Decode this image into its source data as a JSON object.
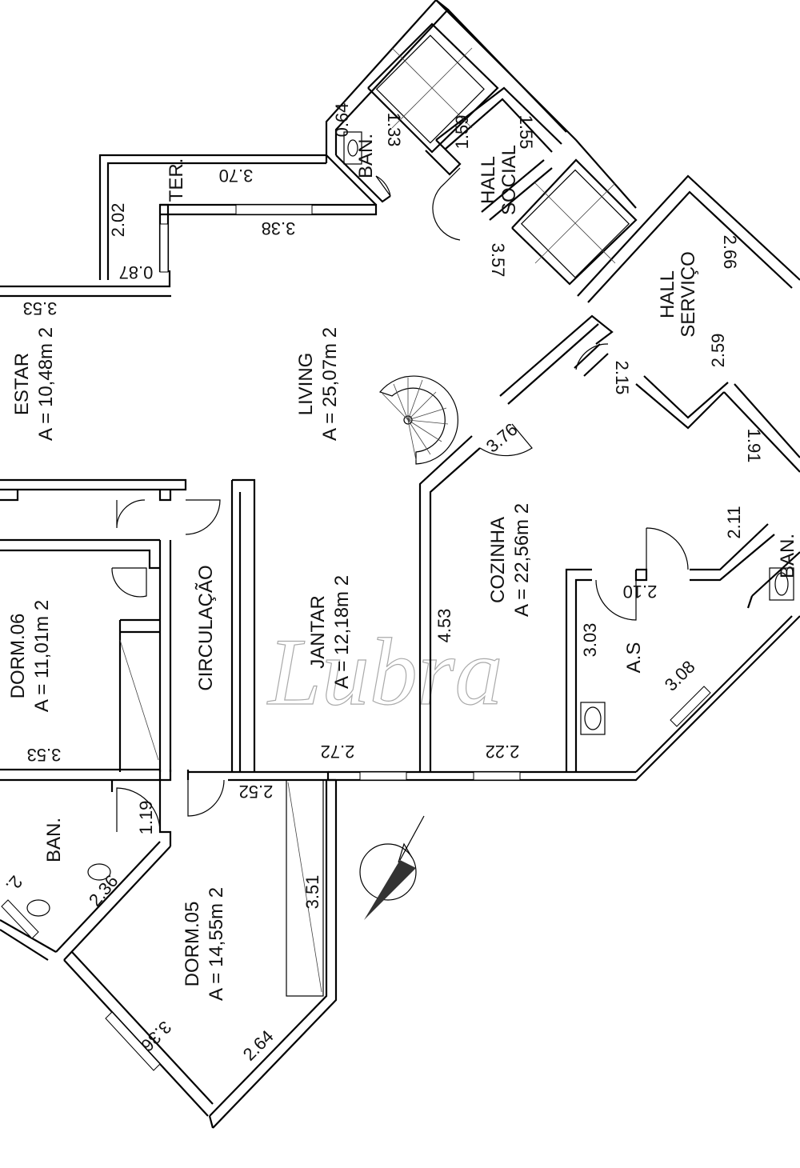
{
  "rooms": {
    "living": {
      "name": "LIVING",
      "area": "A = 25,07m 2"
    },
    "estar": {
      "name": "ESTAR",
      "area": "A = 10,48m 2"
    },
    "jantar": {
      "name": "JANTAR",
      "area": "A = 12,18m 2"
    },
    "cozinha": {
      "name": "COZINHA",
      "area": "A = 22,56m 2"
    },
    "dorm06": {
      "name": "DORM.06",
      "area": "A = 11,01m 2"
    },
    "dorm05": {
      "name": "DORM.05",
      "area": "A = 14,55m 2"
    },
    "circulacao": {
      "name": "CIRCULAÇÃO"
    },
    "ban_lower": {
      "name": "BAN."
    },
    "ban_top": {
      "name": "BAN."
    },
    "ban_right": {
      "name": "BAN."
    },
    "ter": {
      "name": "TER."
    },
    "hall_social": {
      "line1": "HALL",
      "line2": "SOCIAL"
    },
    "hall_servico": {
      "line1": "HALL",
      "line2": "SERVIÇO"
    },
    "as": {
      "name": "A.S"
    }
  },
  "dimensions": {
    "ter_len": "3.70",
    "ter_win": "3.38",
    "ter_side": "2.02",
    "ter_small": "0.87",
    "estar_width": "3.53",
    "ban_top_w": "0.64",
    "ban_top_h": "1.33",
    "hall_social_w": "1.59",
    "hall_social_h": "1.55",
    "hall_social_d": "3.57",
    "hall_servico_w": "2.66",
    "hall_servico_h": "2.59",
    "hall_servico_d": "2.15",
    "living_d": "3.76",
    "kitchen_r": "1.91",
    "kitchen_r2": "2.11",
    "as_w": "2.10",
    "as_l": "3.03",
    "as_d": "3.08",
    "kitchen_w": "4.53",
    "kitchen_bot": "2.22",
    "jantar_bot": "2.72",
    "dorm06_w": "3.53",
    "dorm05_top": "2.52",
    "ban_lower_w": "1.19",
    "ban_lower_d": "2.36",
    "ban_lower_edge": "2.",
    "dorm05_closet": "3.51",
    "dorm05_diag": "2.64",
    "dorm05_win": "3.36"
  },
  "watermark": "Lubra"
}
